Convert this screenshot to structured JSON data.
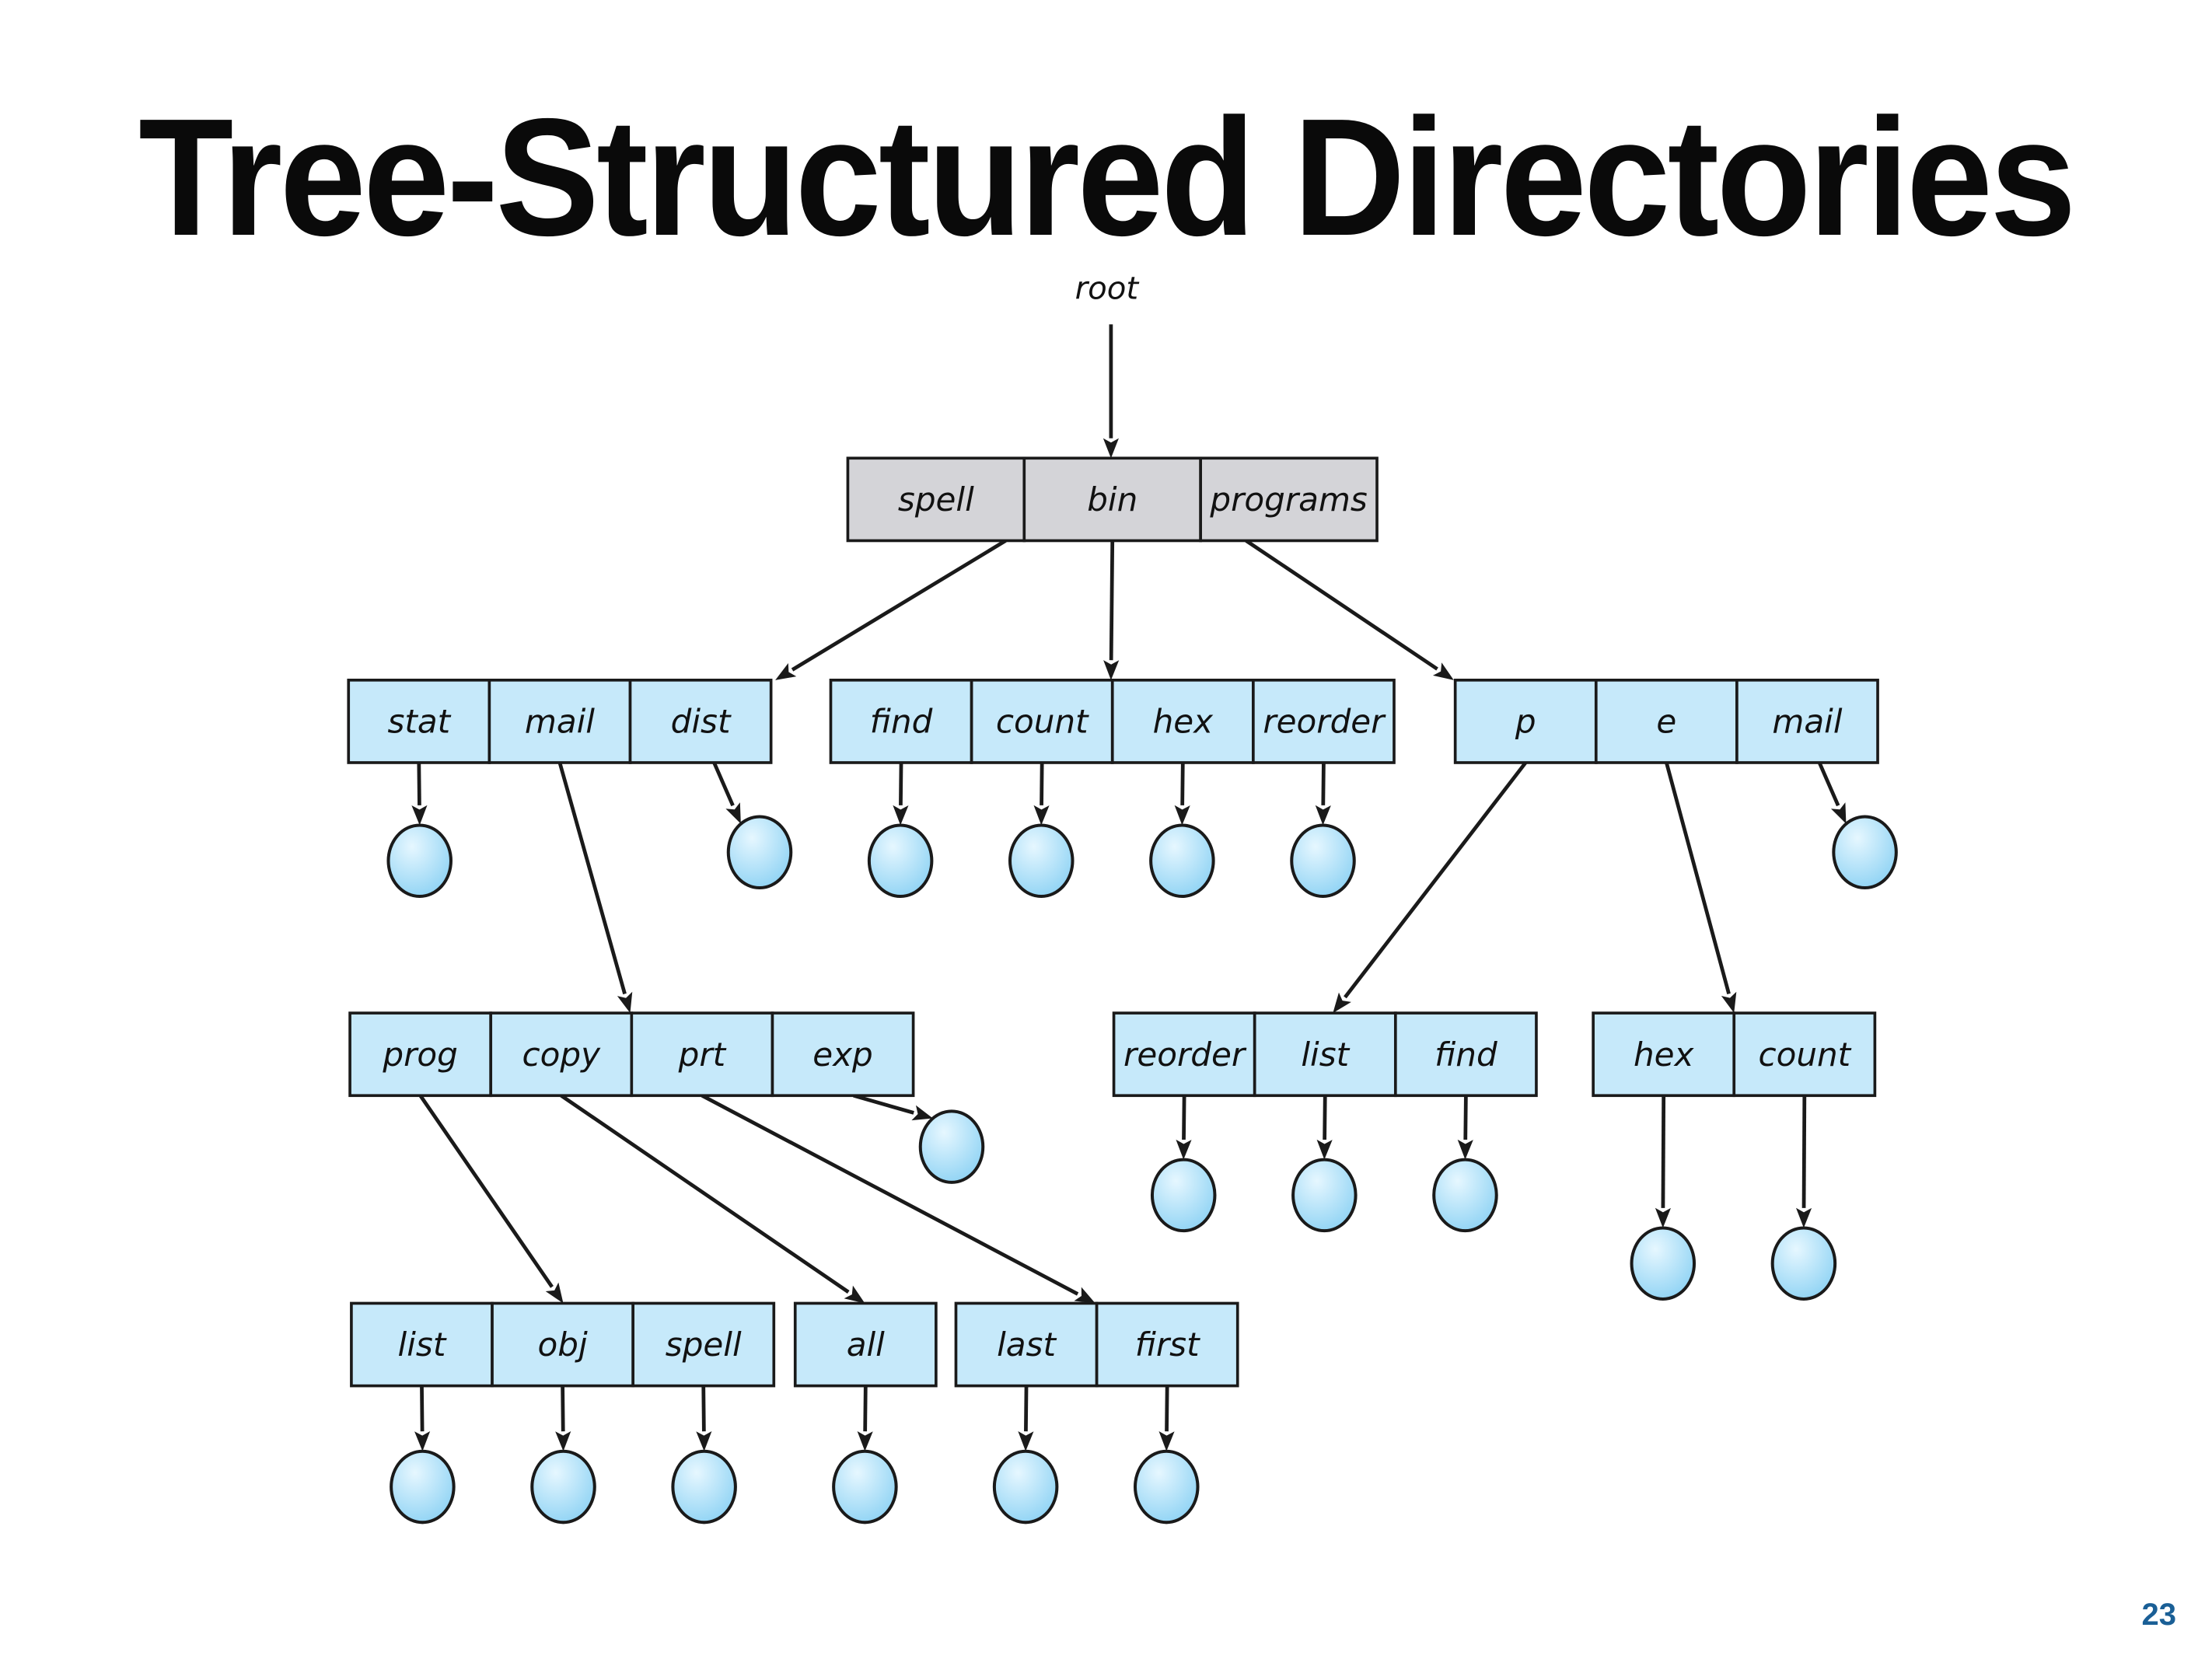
{
  "slide": {
    "title": "Tree-Structured Directories",
    "page_number": "23"
  },
  "colors": {
    "root_dir_fill": "#d4d4d8",
    "dir_fill": "#c6e9fa",
    "file_fill": "#8fd3f4",
    "file_highlight": "#e6f7ff",
    "stroke": "#1a1a1a",
    "page_number": "#1a5f96"
  },
  "diagram": {
    "root_label": "root",
    "directories": [
      {
        "id": "root",
        "entries": [
          "spell",
          "bin",
          "programs"
        ],
        "root": true
      },
      {
        "id": "d_spell",
        "entries": [
          "stat",
          "mail",
          "dist"
        ]
      },
      {
        "id": "d_bin",
        "entries": [
          "find",
          "count",
          "hex",
          "reorder"
        ]
      },
      {
        "id": "d_programs",
        "entries": [
          "p",
          "e",
          "mail"
        ]
      },
      {
        "id": "d_mail",
        "entries": [
          "prog",
          "copy",
          "prt",
          "exp"
        ]
      },
      {
        "id": "d_p",
        "entries": [
          "reorder",
          "list",
          "find"
        ]
      },
      {
        "id": "d_e",
        "entries": [
          "hex",
          "count"
        ]
      },
      {
        "id": "d_prog",
        "entries": [
          "list",
          "obj",
          "spell"
        ]
      },
      {
        "id": "d_copy",
        "entries": [
          "all"
        ]
      },
      {
        "id": "d_prt",
        "entries": [
          "last",
          "first"
        ]
      }
    ],
    "edges": [
      {
        "from": "root",
        "entry": 0,
        "to": "d_spell"
      },
      {
        "from": "root",
        "entry": 1,
        "to": "d_bin"
      },
      {
        "from": "root",
        "entry": 2,
        "to": "d_programs"
      },
      {
        "from": "d_spell",
        "entry": 0,
        "to": "file"
      },
      {
        "from": "d_spell",
        "entry": 1,
        "to": "d_mail"
      },
      {
        "from": "d_spell",
        "entry": 2,
        "to": "file"
      },
      {
        "from": "d_bin",
        "entry": 0,
        "to": "file"
      },
      {
        "from": "d_bin",
        "entry": 1,
        "to": "file"
      },
      {
        "from": "d_bin",
        "entry": 2,
        "to": "file"
      },
      {
        "from": "d_bin",
        "entry": 3,
        "to": "file"
      },
      {
        "from": "d_programs",
        "entry": 0,
        "to": "d_p"
      },
      {
        "from": "d_programs",
        "entry": 1,
        "to": "d_e"
      },
      {
        "from": "d_programs",
        "entry": 2,
        "to": "file"
      },
      {
        "from": "d_mail",
        "entry": 0,
        "to": "d_prog"
      },
      {
        "from": "d_mail",
        "entry": 1,
        "to": "d_copy"
      },
      {
        "from": "d_mail",
        "entry": 2,
        "to": "d_prt"
      },
      {
        "from": "d_mail",
        "entry": 3,
        "to": "file"
      },
      {
        "from": "d_p",
        "entry": 0,
        "to": "file"
      },
      {
        "from": "d_p",
        "entry": 1,
        "to": "file"
      },
      {
        "from": "d_p",
        "entry": 2,
        "to": "file"
      },
      {
        "from": "d_e",
        "entry": 0,
        "to": "file"
      },
      {
        "from": "d_e",
        "entry": 1,
        "to": "file"
      },
      {
        "from": "d_prog",
        "entry": 0,
        "to": "file"
      },
      {
        "from": "d_prog",
        "entry": 1,
        "to": "file"
      },
      {
        "from": "d_prog",
        "entry": 2,
        "to": "file"
      },
      {
        "from": "d_copy",
        "entry": 0,
        "to": "file"
      },
      {
        "from": "d_prt",
        "entry": 0,
        "to": "file"
      },
      {
        "from": "d_prt",
        "entry": 1,
        "to": "file"
      }
    ]
  }
}
